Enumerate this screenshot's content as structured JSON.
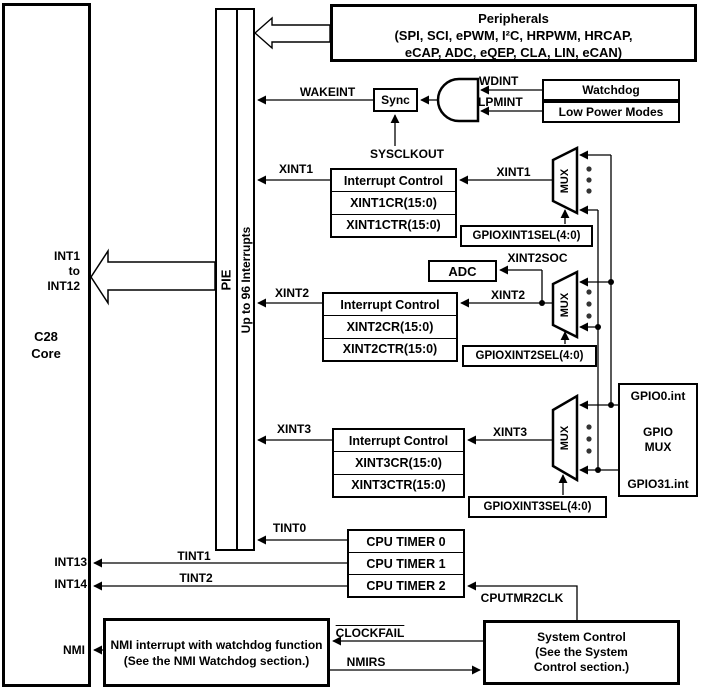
{
  "c28_core": {
    "name_line1": "C28",
    "name_line2": "Core",
    "int1": "INT1",
    "to": "to",
    "int12": "INT12",
    "int13": "INT13",
    "int14": "INT14",
    "nmi": "NMI"
  },
  "pie": {
    "label": "PIE",
    "capacity": "Up to 96 Interrupts"
  },
  "peripherals": {
    "title": "Peripherals",
    "list_line1": "(SPI, SCI, ePWM, I²C, HRPWM, HRCAP,",
    "list_line2": "eCAP, ADC, eQEP, CLA, LIN, eCAN)"
  },
  "wakeup": {
    "wakeint": "WAKEINT",
    "sync": "Sync",
    "sysclkout": "SYSCLKOUT",
    "wdint": "WDINT",
    "lpmint": "LPMINT",
    "watchdog": "Watchdog",
    "low_power_modes": "Low Power Modes"
  },
  "xint1": {
    "signal_to_pie": "XINT1",
    "ic_title": "Interrupt Control",
    "cr": "XINT1CR(15:0)",
    "ctr": "XINT1CTR(15:0)",
    "signal_from_mux": "XINT1",
    "mux": "MUX",
    "sel": "GPIOXINT1SEL(4:0)"
  },
  "xint2": {
    "signal_to_pie": "XINT2",
    "ic_title": "Interrupt Control",
    "cr": "XINT2CR(15:0)",
    "ctr": "XINT2CTR(15:0)",
    "signal_from_mux": "XINT2",
    "mux": "MUX",
    "sel": "GPIOXINT2SEL(4:0)",
    "adc": "ADC",
    "soc": "XINT2SOC"
  },
  "xint3": {
    "signal_to_pie": "XINT3",
    "ic_title": "Interrupt Control",
    "cr": "XINT3CR(15:0)",
    "ctr": "XINT3CTR(15:0)",
    "signal_from_mux": "XINT3",
    "mux": "MUX",
    "sel": "GPIOXINT3SEL(4:0)"
  },
  "gpio_mux": {
    "gpio0": "GPIO0.int",
    "title_line1": "GPIO",
    "title_line2": "MUX",
    "gpio31": "GPIO31.int"
  },
  "timers": {
    "tint0": "TINT0",
    "tint1": "TINT1",
    "tint2": "TINT2",
    "timer0": "CPU TIMER 0",
    "timer1": "CPU TIMER 1",
    "timer2": "CPU TIMER 2",
    "cputmr2clk": "CPUTMR2CLK"
  },
  "nmi_block": {
    "line1": "NMI interrupt with watchdog function",
    "line2": "(See the NMI Watchdog  section.)",
    "clockfail": "CLOCKFAIL",
    "nmirs": "NMIRS"
  },
  "system_control": {
    "line1": "System Control",
    "line2": "(See the  System",
    "line3": "Control section.)"
  }
}
